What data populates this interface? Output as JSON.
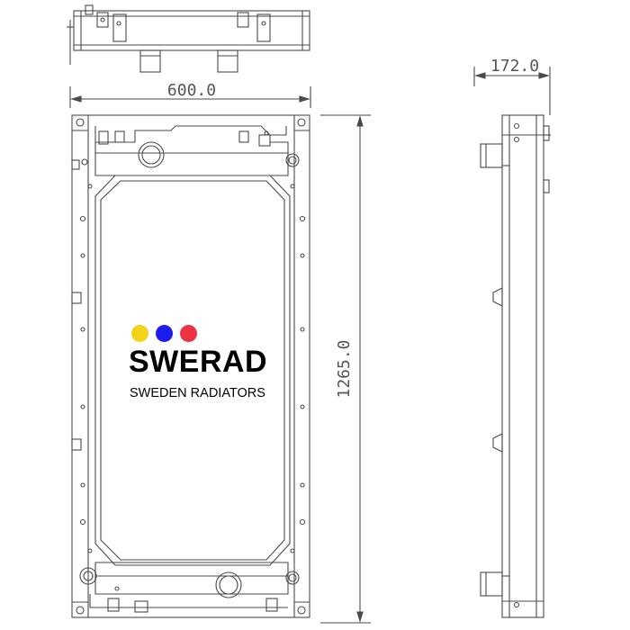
{
  "dimensions": {
    "width": "600.0",
    "height": "1265.0",
    "depth": "172.0"
  },
  "logo": {
    "name": "SWERAD",
    "tagline": "SWEDEN RADIATORS",
    "dot_colors": [
      "#f4d21a",
      "#1c1cf0",
      "#ee3344"
    ]
  },
  "colors": {
    "line": "#4a4a4a",
    "background": "#ffffff"
  }
}
